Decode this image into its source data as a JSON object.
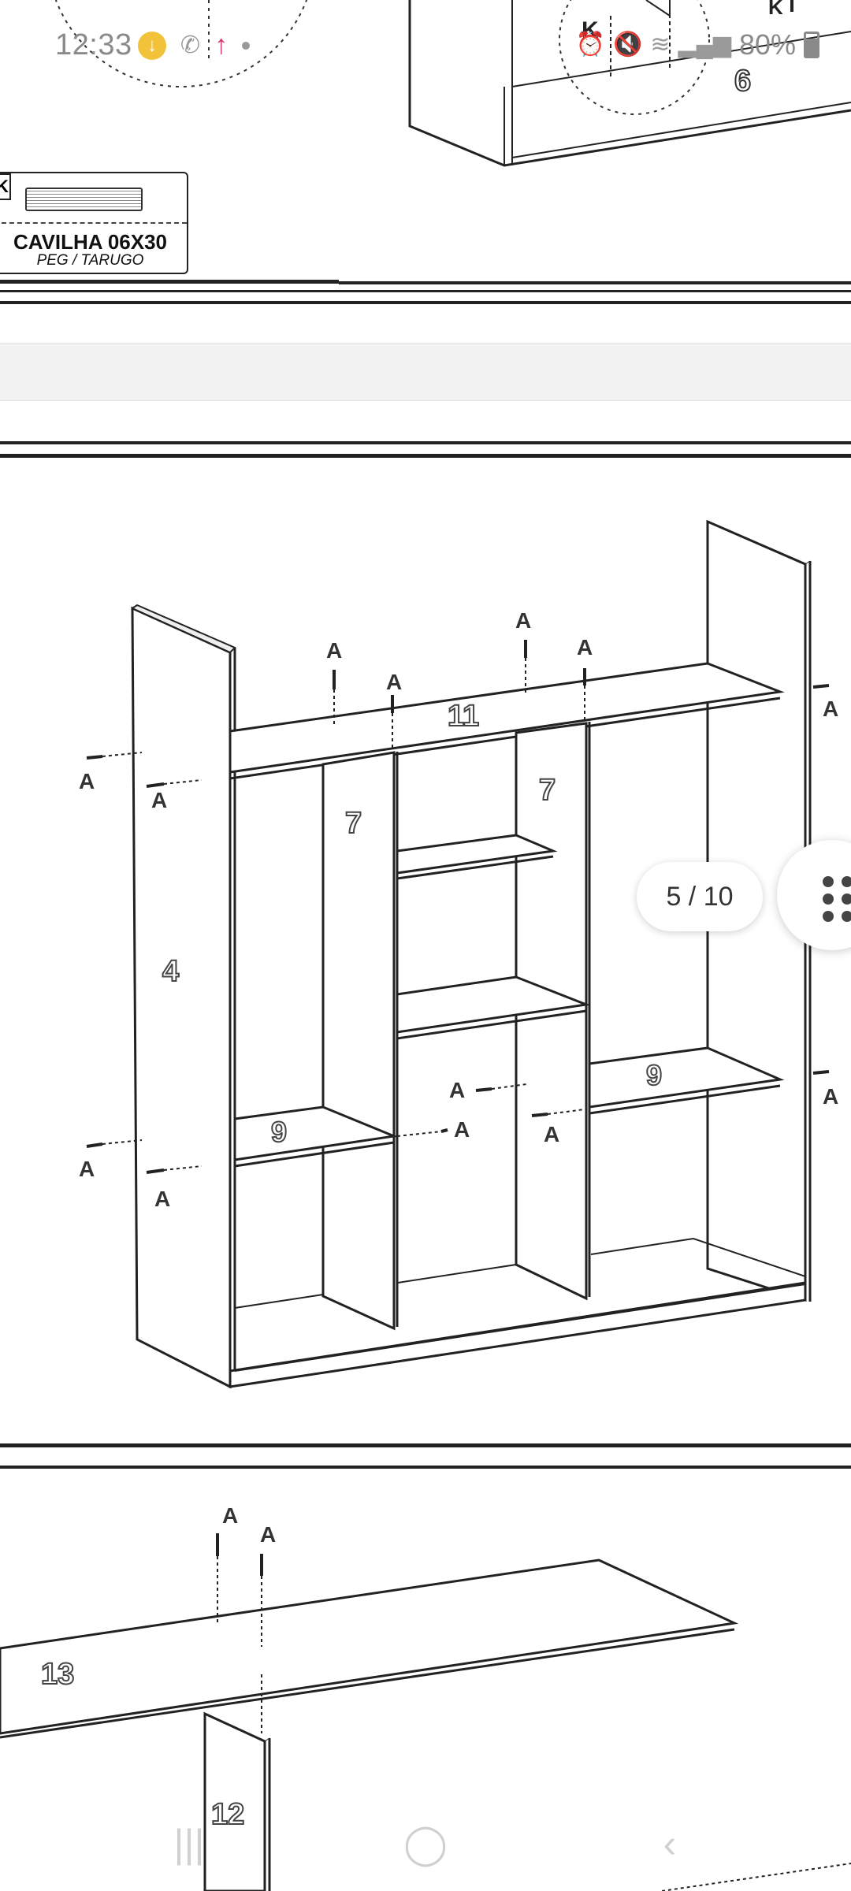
{
  "status_bar": {
    "time": "12:33",
    "battery": "80%",
    "left_icons": [
      "download-icon",
      "missed-call-icon",
      "upload-arrow-icon",
      "dot-icon"
    ],
    "right_icons": [
      "alarm-icon",
      "mute-icon",
      "wifi-icon",
      "signal-icon",
      "battery-icon"
    ]
  },
  "top_panel": {
    "callout_label": "K",
    "part_label": "6",
    "hardware_box": {
      "key": "K",
      "name": "CAVILHA 06X30",
      "subtitle": "PEG / TARUGO"
    }
  },
  "main_panel": {
    "part_numbers": [
      "11",
      "7",
      "7",
      "4",
      "9",
      "9"
    ],
    "fastener_label": "A"
  },
  "bottom_panel": {
    "part_numbers": [
      "13",
      "12"
    ],
    "fastener_label": "A"
  },
  "viewer": {
    "page_indicator": "5 / 10"
  },
  "nav_bar": {
    "recents": "|||",
    "home": "◯",
    "back": "‹"
  }
}
